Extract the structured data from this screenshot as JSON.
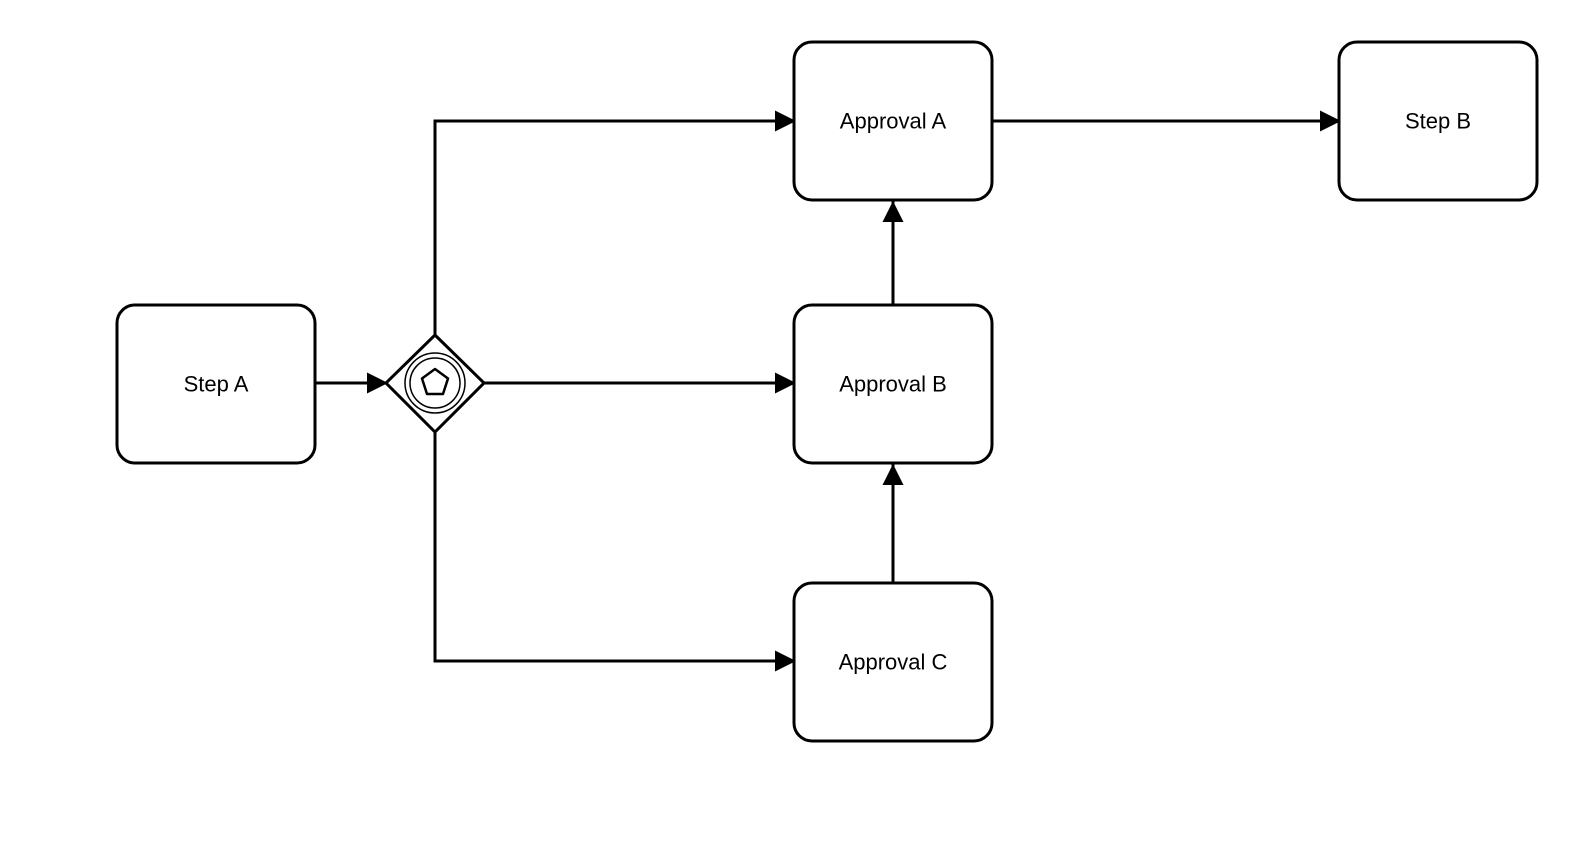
{
  "nodes": {
    "step_a": {
      "label": "Step A"
    },
    "approval_a": {
      "label": "Approval A"
    },
    "approval_b": {
      "label": "Approval B"
    },
    "approval_c": {
      "label": "Approval C"
    },
    "step_b": {
      "label": "Step B"
    }
  },
  "gateway": {
    "type": "event-based-gateway",
    "icon": "pentagon-icon"
  },
  "edges": [
    {
      "from": "step_a",
      "to": "gateway"
    },
    {
      "from": "gateway",
      "to": "approval_a"
    },
    {
      "from": "gateway",
      "to": "approval_b"
    },
    {
      "from": "gateway",
      "to": "approval_c"
    },
    {
      "from": "approval_b",
      "to": "approval_a"
    },
    {
      "from": "approval_c",
      "to": "approval_b"
    },
    {
      "from": "approval_a",
      "to": "step_b"
    }
  ],
  "colors": {
    "stroke": "#000000",
    "fill": "#ffffff"
  }
}
